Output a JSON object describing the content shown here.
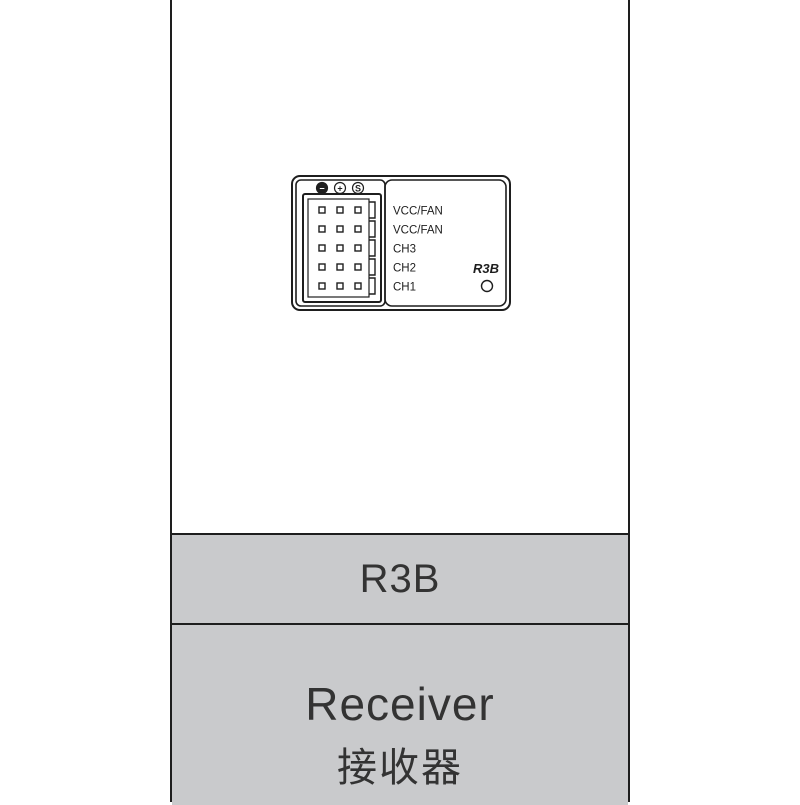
{
  "receiver_diagram": {
    "pin_symbols": [
      "−",
      "+",
      "S"
    ],
    "port_labels": [
      "VCC/FAN",
      "VCC/FAN",
      "CH3",
      "CH2",
      "CH1"
    ],
    "device_label": "R3B"
  },
  "model_band": {
    "text": "R3B"
  },
  "description": {
    "english": "Receiver",
    "chinese": "接收器"
  },
  "colors": {
    "band_background": "#c9cacc",
    "line": "#1e1e1e",
    "text": "#333333"
  }
}
